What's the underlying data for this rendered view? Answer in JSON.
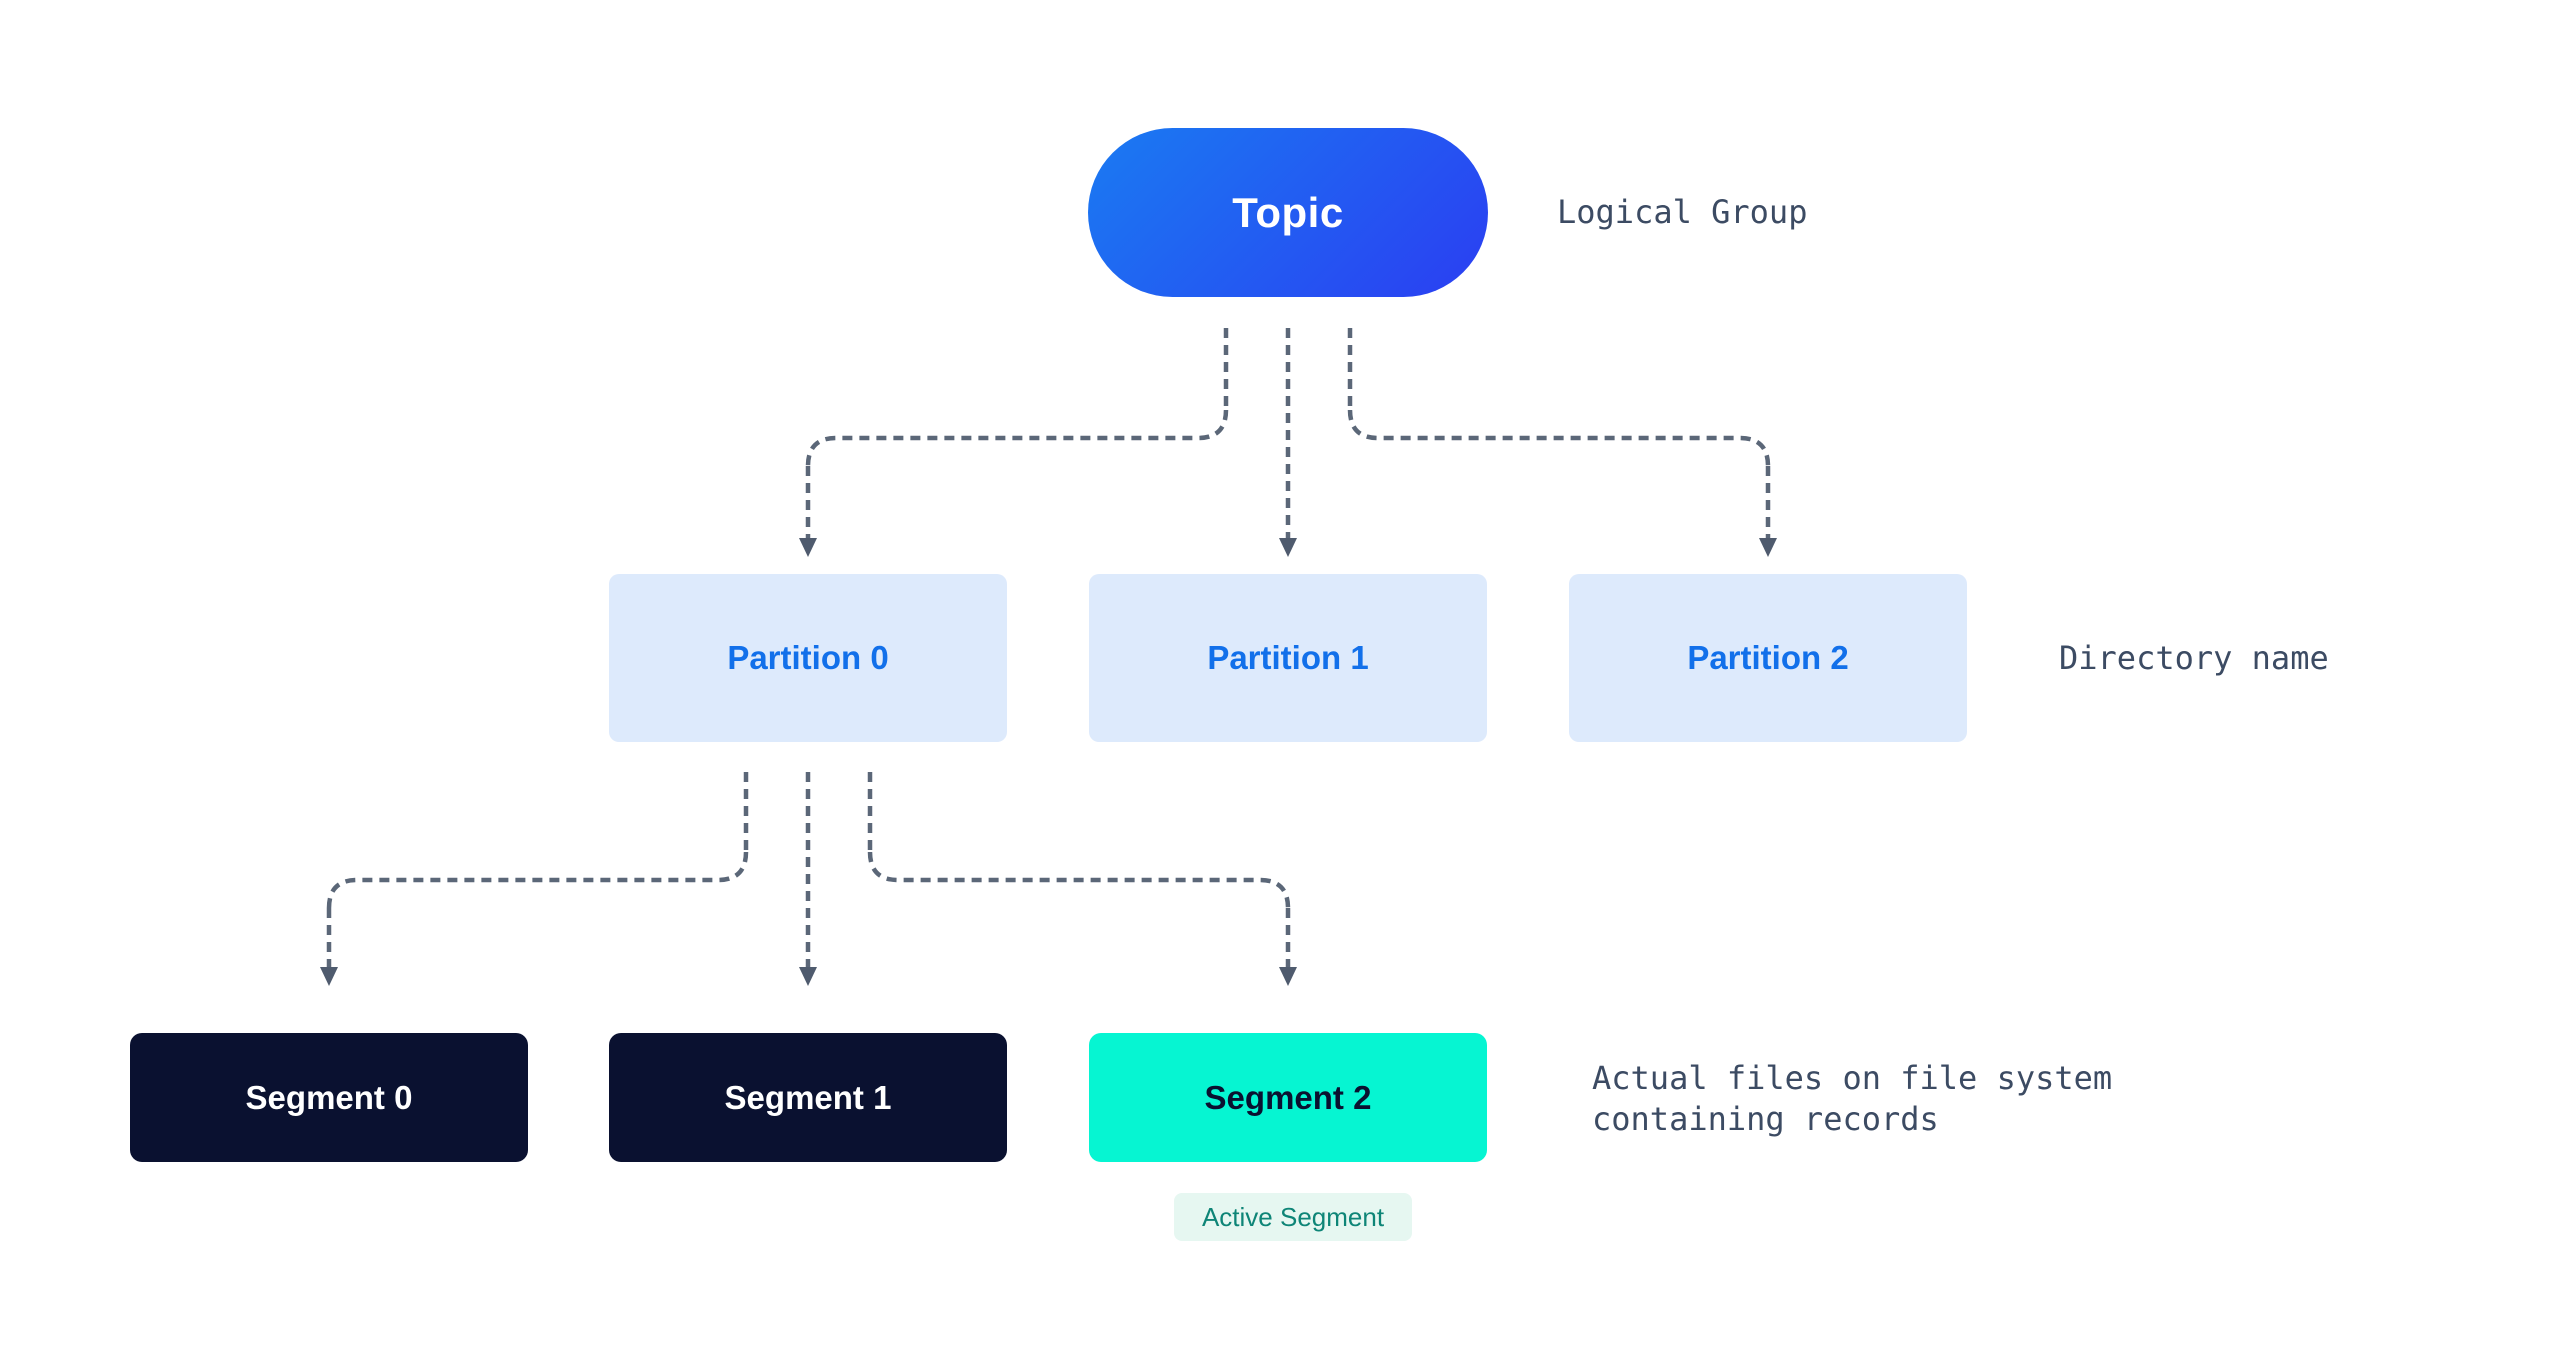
{
  "topic": {
    "label": "Topic",
    "annotation": "Logical Group"
  },
  "partitions": {
    "items": [
      {
        "label": "Partition 0"
      },
      {
        "label": "Partition 1"
      },
      {
        "label": "Partition 2"
      }
    ],
    "annotation": "Directory name"
  },
  "segments": {
    "items": [
      {
        "label": "Segment 0",
        "active": false
      },
      {
        "label": "Segment 1",
        "active": false
      },
      {
        "label": "Segment 2",
        "active": true
      }
    ],
    "annotation_line1": "Actual files on file system",
    "annotation_line2": "containing records",
    "active_badge_label": "Active Segment"
  },
  "colors": {
    "canvas-bg": "#ffffff",
    "topic-grad-start": "#1a7bf2",
    "topic-grad-end": "#2b3ef2",
    "topic-text": "#ffffff",
    "partition-bg": "#ddeafc",
    "partition-text": "#1270ea",
    "segment-bg": "#0a1130",
    "segment-text": "#ffffff",
    "active-segment-bg": "#06f5d2",
    "active-segment-text": "#0a1130",
    "badge-bg": "#e6f7f1",
    "badge-text": "#0e8577",
    "arrow": "#5b6778",
    "arrow-head": "#4f5b6e",
    "annotation-text": "#3c4b63"
  }
}
